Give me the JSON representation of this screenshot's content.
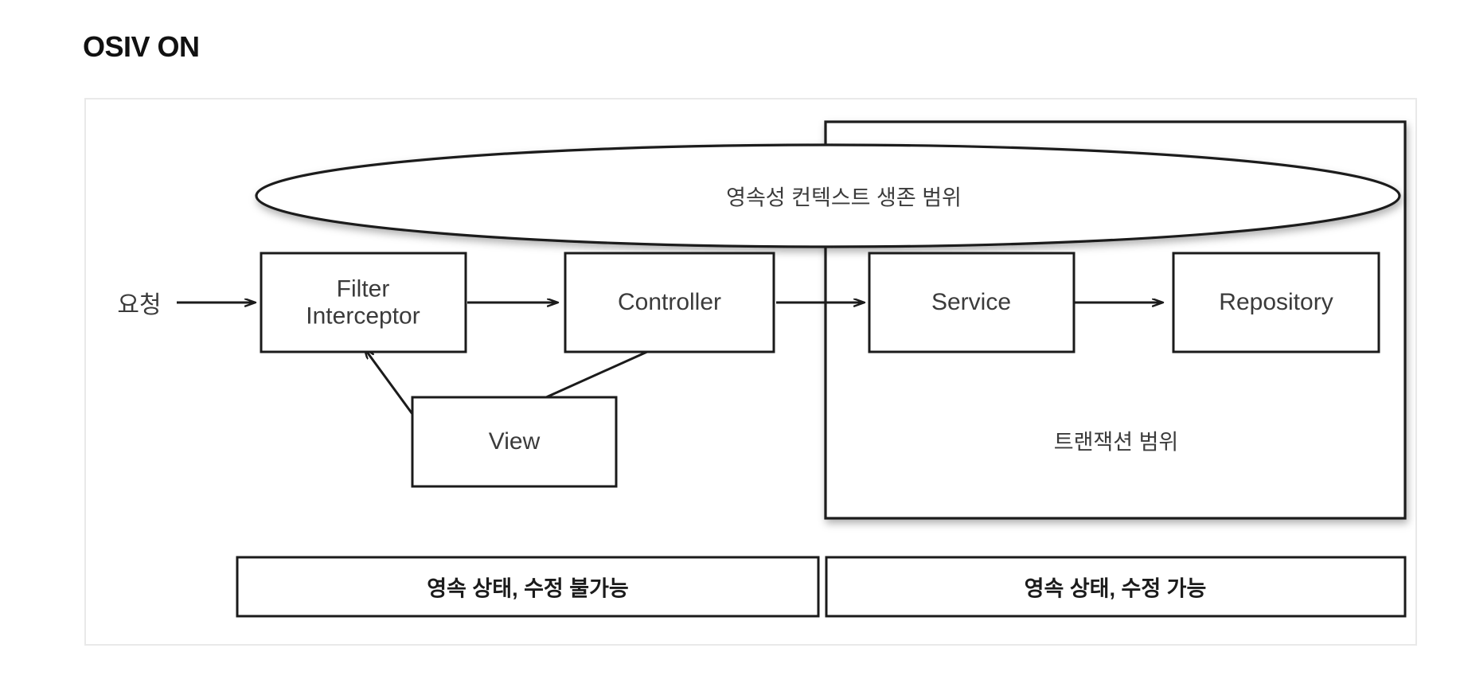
{
  "page": {
    "title": "OSIV ON"
  },
  "diagram": {
    "type": "flow-diagram",
    "request_label": "요청",
    "persistence_scope_label": "영속성 컨텍스트 생존 범위",
    "transaction_scope_label": "트랜잭션 범위",
    "nodes": [
      {
        "id": "filter",
        "label_line1": "Filter",
        "label_line2": "Interceptor"
      },
      {
        "id": "controller",
        "label_line1": "Controller",
        "label_line2": ""
      },
      {
        "id": "service",
        "label_line1": "Service",
        "label_line2": ""
      },
      {
        "id": "repository",
        "label_line1": "Repository",
        "label_line2": ""
      },
      {
        "id": "view",
        "label_line1": "View",
        "label_line2": ""
      }
    ],
    "status_bars": [
      {
        "id": "left-bar",
        "label": "영속 상태, 수정 불가능"
      },
      {
        "id": "right-bar",
        "label": "영속 상태, 수정 가능"
      }
    ],
    "colors": {
      "stroke": "#1b1b1b",
      "text": "#3b3b3b",
      "panel_border": "#e9e9e9",
      "background": "#ffffff"
    }
  }
}
